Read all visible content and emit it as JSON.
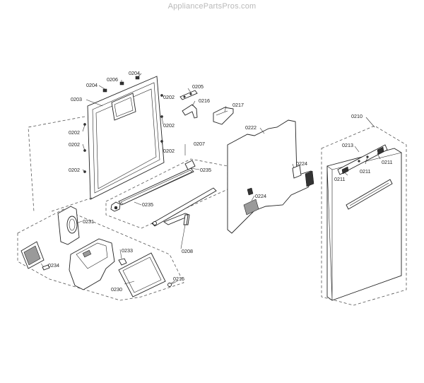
{
  "watermark": "AppliancePartsPros.com",
  "labels": {
    "p0203": "0203",
    "p0204a": "0204",
    "p0206": "0206",
    "p0204b": "0204",
    "p0202a": "0202",
    "p0202b": "0202",
    "p0202c": "0202",
    "p0202d": "0202",
    "p0202e": "0202",
    "p0202f": "0202",
    "p0202g": "0202",
    "p0205": "0205",
    "p0216": "0216",
    "p0217": "0217",
    "p0207": "0207",
    "p0235a": "0235",
    "p0235b": "0235",
    "p0222": "0222",
    "p0224a": "0224",
    "p0224b": "0224",
    "p0210": "0210",
    "p0213": "0213",
    "p0211a": "0211",
    "p0211b": "0211",
    "p0211c": "0211",
    "p0231": "0231",
    "p0233": "0233",
    "p0234": "0234",
    "p0230": "0230",
    "p0215": "0215",
    "p0208": "0208"
  }
}
